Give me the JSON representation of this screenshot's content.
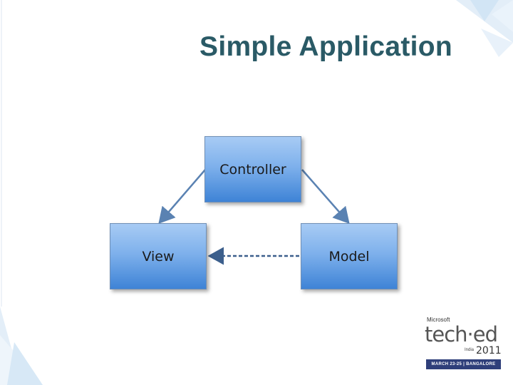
{
  "slide": {
    "title": "Simple Application"
  },
  "diagram": {
    "nodes": {
      "controller": "Controller",
      "view": "View",
      "model": "Model"
    },
    "edges": [
      {
        "from": "controller",
        "to": "view",
        "style": "solid"
      },
      {
        "from": "controller",
        "to": "model",
        "style": "solid"
      },
      {
        "from": "model",
        "to": "view",
        "style": "dashed"
      }
    ]
  },
  "logo": {
    "brand": "Microsoft",
    "name": "tech·ed",
    "region": "India",
    "year": "2011",
    "event_line": "MARCH 23-25 | BANGALORE"
  },
  "colors": {
    "title": "#2a5a66",
    "box_top": "#a8cbf4",
    "box_bottom": "#3e83d6",
    "arrow": "#5a82b2",
    "deco": "#dbeaf6"
  }
}
